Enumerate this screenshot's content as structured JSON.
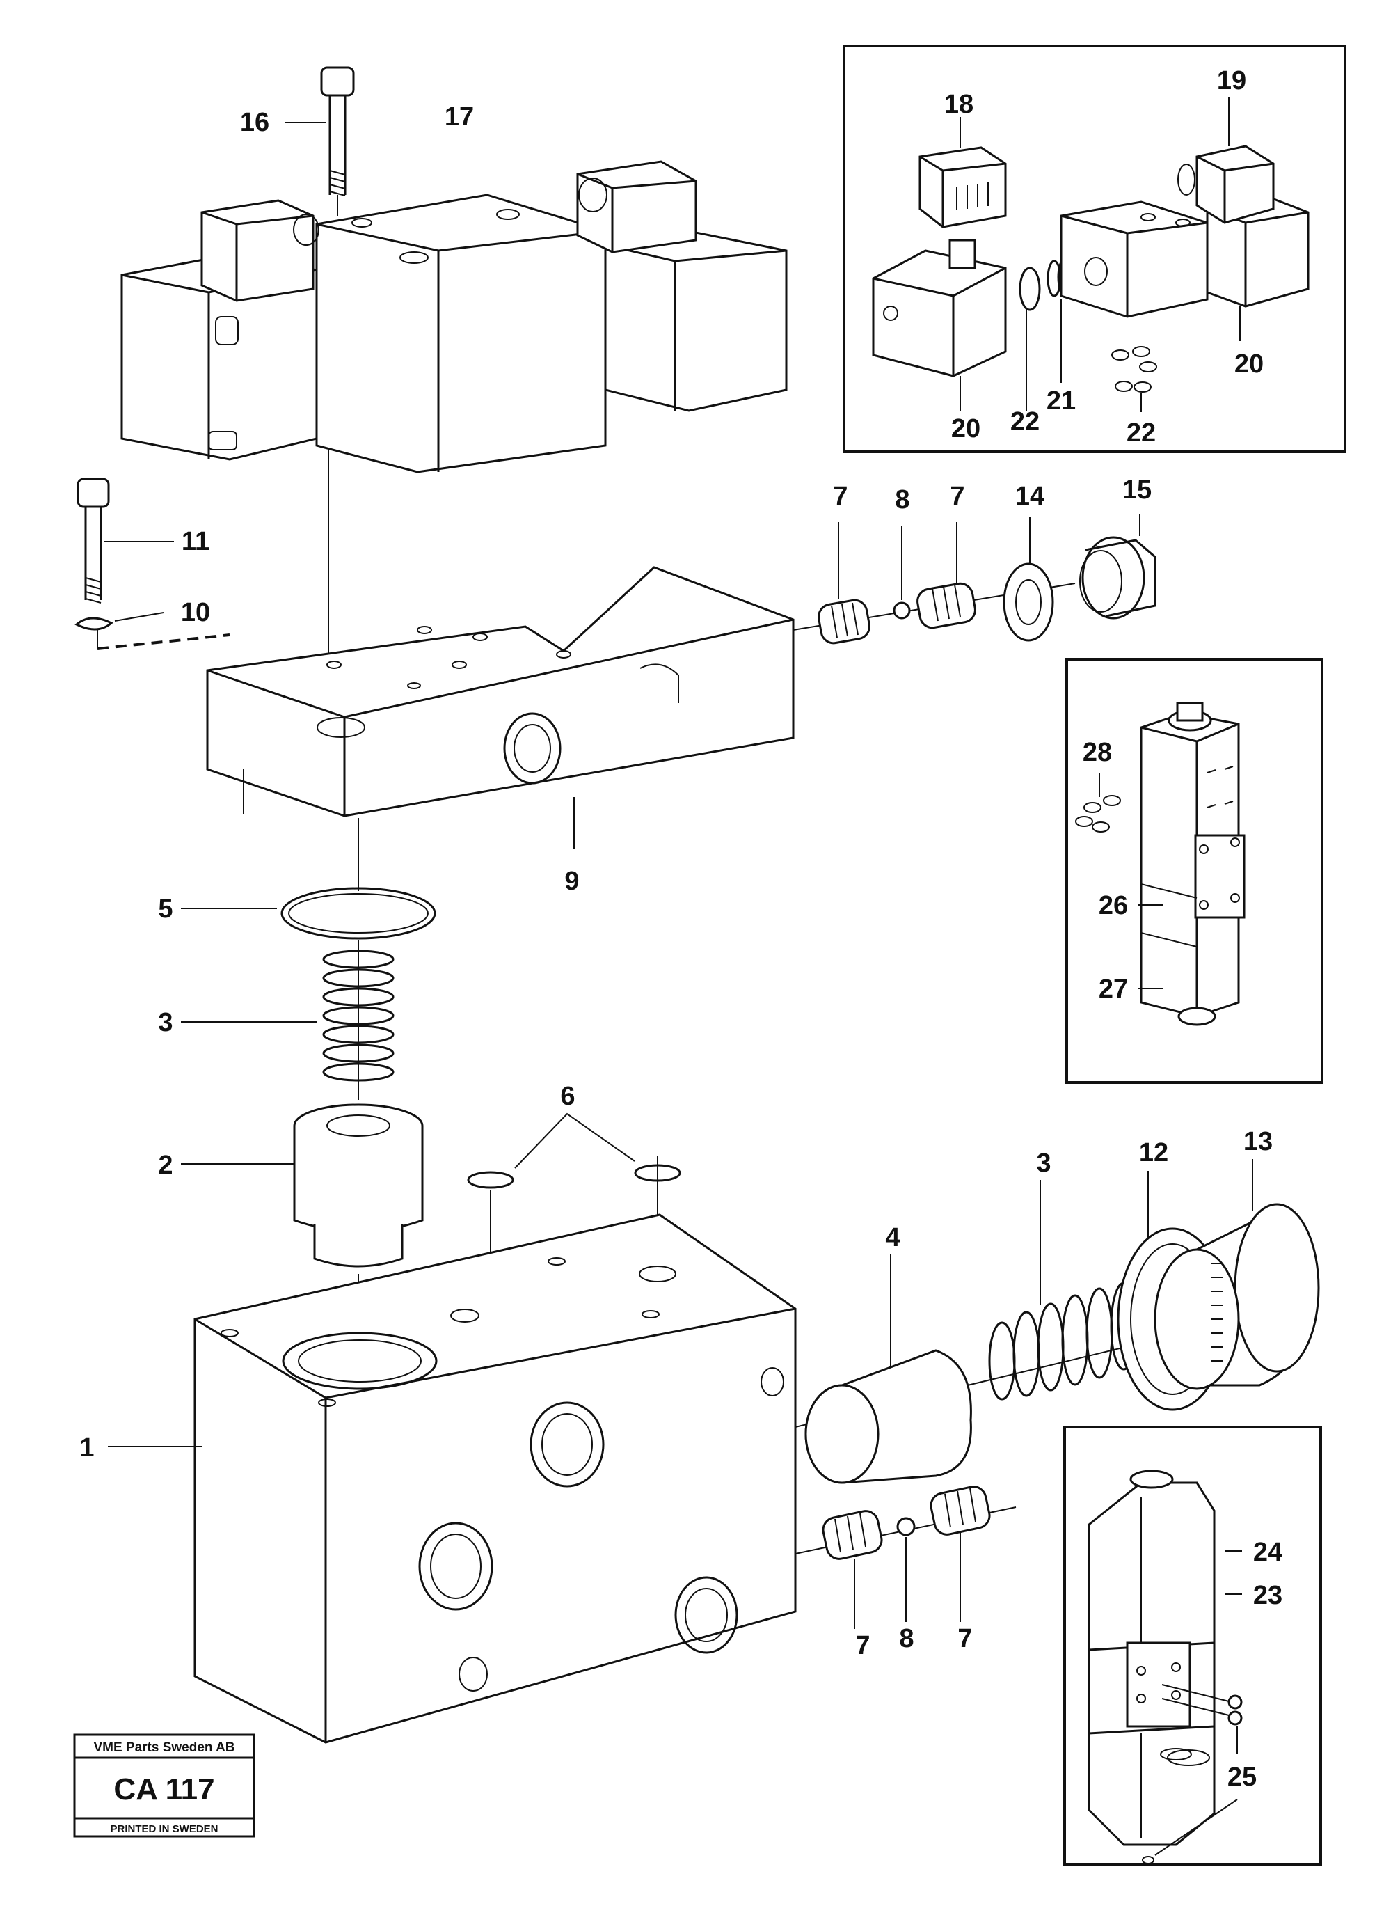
{
  "stamp": {
    "company": "VME Parts Sweden AB",
    "code": "CA 117",
    "footer": "PRINTED IN SWEDEN"
  },
  "labels": {
    "p1": "1",
    "p2": "2",
    "p3_top": "3",
    "p3_right": "3",
    "p4": "4",
    "p5": "5",
    "p6": "6",
    "p7_a": "7",
    "p7_b": "7",
    "p7_c": "7",
    "p7_d": "7",
    "p8_top": "8",
    "p8_bottom": "8",
    "p9": "9",
    "p10": "10",
    "p11": "11",
    "p12": "12",
    "p13": "13",
    "p14": "14",
    "p15": "15",
    "p16": "16",
    "p17": "17",
    "p18": "18",
    "p19": "19",
    "p20_left": "20",
    "p20_right": "20",
    "p21": "21",
    "p22_left": "22",
    "p22_right": "22",
    "p23": "23",
    "p24": "24",
    "p25": "25",
    "p26": "26",
    "p27": "27",
    "p28": "28"
  }
}
